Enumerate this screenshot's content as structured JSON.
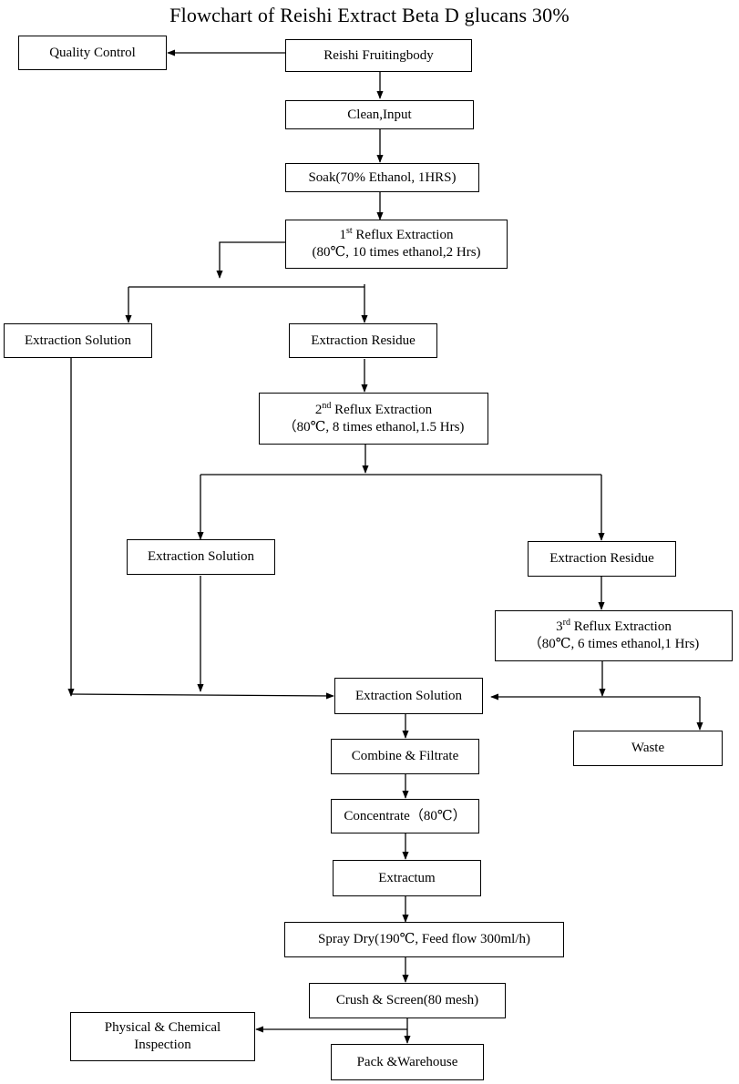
{
  "title": "Flowchart of Reishi Extract Beta D glucans 30%",
  "nodes": {
    "quality_control": "Quality Control",
    "reishi": "Reishi Fruitingbody",
    "clean": "Clean,Input",
    "soak": "Soak(70% Ethanol, 1HRS)",
    "reflux1_num": "1",
    "reflux1_sup": "st",
    "reflux1_name": " Reflux Extraction",
    "reflux1_params": "(80℃, 10 times ethanol,2 Hrs)",
    "solution1": "Extraction Solution",
    "residue1": "Extraction Residue",
    "reflux2_num": "2",
    "reflux2_sup": "nd",
    "reflux2_name": " Reflux Extraction",
    "reflux2_params": "（80℃, 8 times ethanol,1.5 Hrs)",
    "solution2": "Extraction Solution",
    "residue2": "Extraction Residue",
    "reflux3_num": "3",
    "reflux3_sup": "rd",
    "reflux3_name": " Reflux Extraction",
    "reflux3_params": "（80℃, 6 times ethanol,1 Hrs)",
    "solution_main": "Extraction Solution",
    "waste": "Waste",
    "combine": "Combine & Filtrate",
    "concentrate": "Concentrate（80℃）",
    "extractum": "Extractum",
    "spray": "Spray Dry(190℃, Feed flow 300ml/h)",
    "crush": "Crush & Screen(80 mesh)",
    "inspection_line1": "Physical & Chemical",
    "inspection_line2": "Inspection",
    "pack": "Pack &Warehouse"
  }
}
